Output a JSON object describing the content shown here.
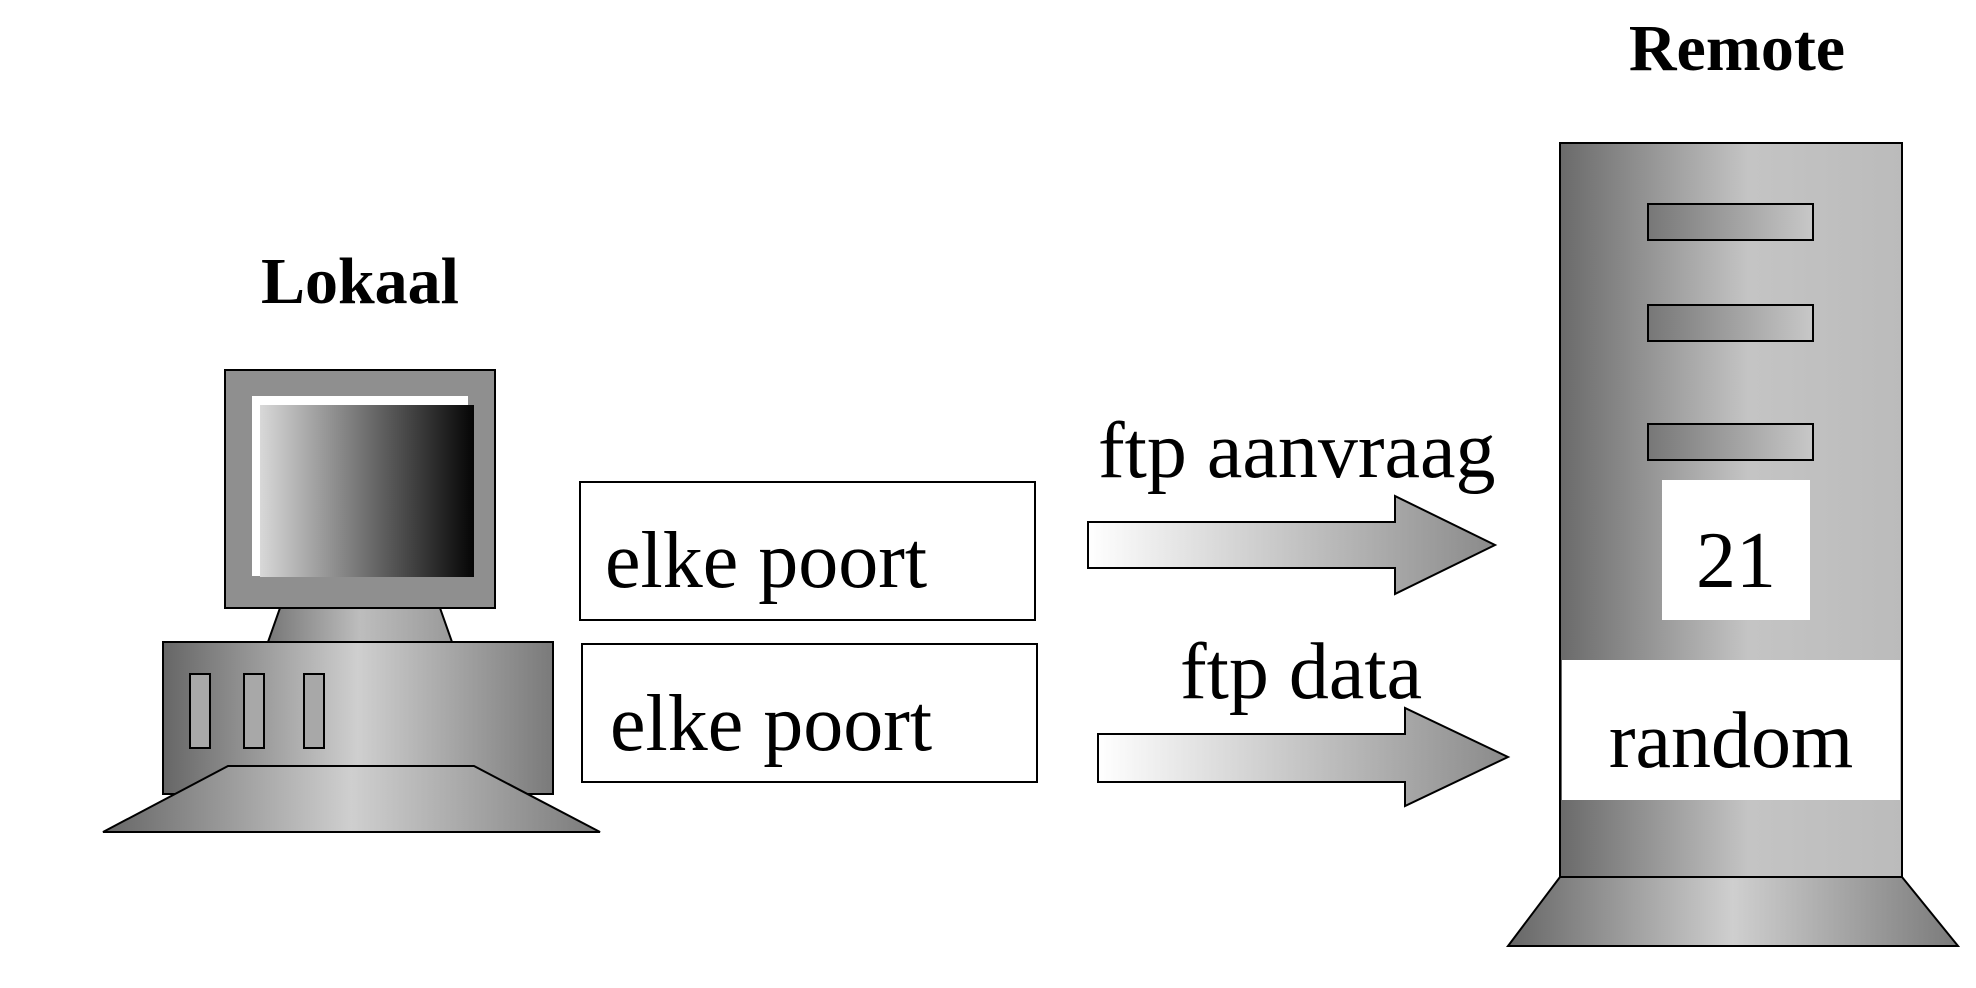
{
  "local": {
    "title": "Lokaal"
  },
  "remote": {
    "title": "Remote"
  },
  "ports": {
    "local_control": "elke poort",
    "local_data": "elke poort",
    "remote_control": "21",
    "remote_data": "random"
  },
  "arrows": {
    "control_label": "ftp aanvraag",
    "data_label": "ftp data"
  }
}
